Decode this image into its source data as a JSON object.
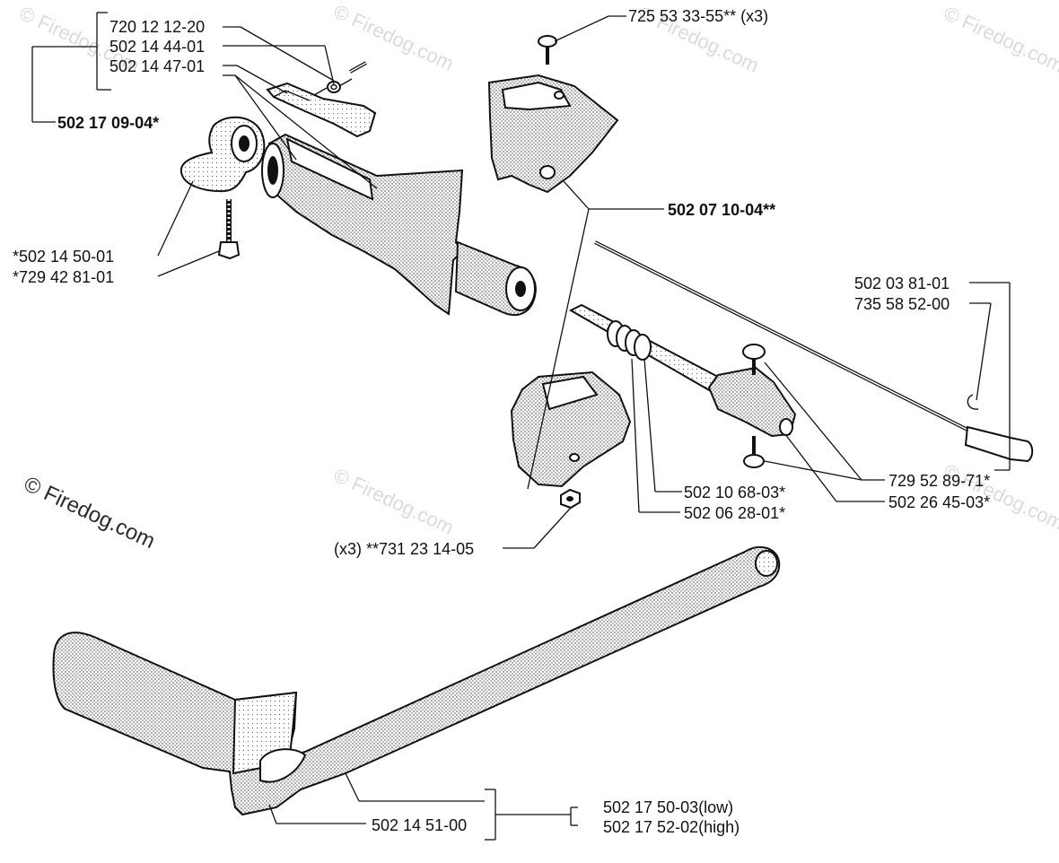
{
  "watermark": {
    "text": "© Firedog.com"
  },
  "labels": {
    "l_720_12_12_20": "720 12 12-20",
    "l_502_14_44_01": "502 14 44-01",
    "l_502_14_47_01": "502 14 47-01",
    "l_502_17_09_04": "502 17 09-04*",
    "l_502_14_50_01": "*502 14 50-01",
    "l_729_42_81_01": "*729 42 81-01",
    "l_725_53_33_55": "725 53 33-55** (x3)",
    "l_502_07_10_04": "502 07 10-04**",
    "l_502_03_81_01": "502 03 81-01",
    "l_735_58_52_00": "735 58 52-00",
    "l_729_52_89_71": "729 52 89-71*",
    "l_502_10_68_03": "502 10 68-03*",
    "l_502_26_45_03": "502 26 45-03*",
    "l_502_06_28_01": "502 06 28-01*",
    "l_731_23_14_05": "(x3) **731 23 14-05",
    "l_502_17_50_03": "502 17 50-03(low)",
    "l_502_17_52_02": "502 17 52-02(high)",
    "l_502_14_51_00": "502 14 51-00"
  },
  "colors": {
    "line": "#111111",
    "background": "#ffffff",
    "watermark": "#bdbdbd"
  }
}
